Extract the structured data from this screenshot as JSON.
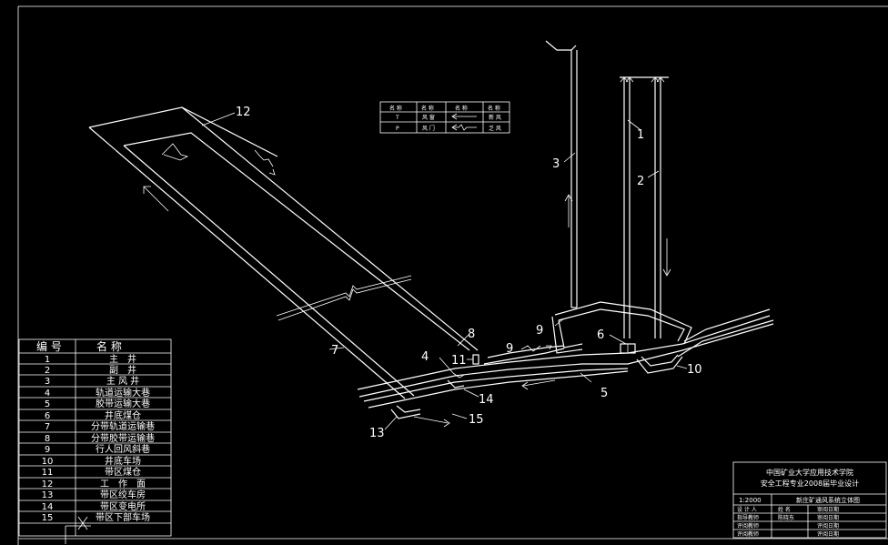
{
  "legend": {
    "headers": [
      "名 称",
      "名 称",
      "名 称",
      "名 称"
    ],
    "rows": [
      [
        "T",
        "风 窗",
        "",
        "新 风"
      ],
      [
        "P",
        "风 门",
        "",
        "乏 风"
      ]
    ]
  },
  "diagram_labels": [
    "1",
    "2",
    "3",
    "4",
    "5",
    "6",
    "7",
    "8",
    "9",
    "9",
    "10",
    "11",
    "12",
    "13",
    "14",
    "15"
  ],
  "parts_table": {
    "header_no": "编 号",
    "header_name": "名 称",
    "rows": [
      {
        "no": "1",
        "name": "主　井"
      },
      {
        "no": "2",
        "name": "副　井"
      },
      {
        "no": "3",
        "name": "主 风 井"
      },
      {
        "no": "4",
        "name": "轨道运输大巷"
      },
      {
        "no": "5",
        "name": "胶带运输大巷"
      },
      {
        "no": "6",
        "name": "井底煤仓"
      },
      {
        "no": "7",
        "name": "分带轨道运输巷"
      },
      {
        "no": "8",
        "name": "分带胶带运输巷"
      },
      {
        "no": "9",
        "name": "行人回风斜巷"
      },
      {
        "no": "10",
        "name": "井底车场"
      },
      {
        "no": "11",
        "name": "带区煤仓"
      },
      {
        "no": "12",
        "name": "工　作　面"
      },
      {
        "no": "13",
        "name": "带区绞车房"
      },
      {
        "no": "14",
        "name": "带区变电所"
      },
      {
        "no": "15",
        "name": "带区下部车场"
      }
    ]
  },
  "title_block": {
    "line1": "中国矿业大学应用技术学院",
    "line2": "安全工程专业2008届毕业设计",
    "drawing_name": "新庄矿通风系统立体图",
    "scale": "1:2000",
    "rows": [
      [
        "设 计 人",
        "姓 名",
        "审阅日期"
      ],
      [
        "指导教师",
        "陈晓东",
        "审阅日期"
      ],
      [
        "评阅教师",
        "",
        "评阅日期"
      ],
      [
        "评阅教师",
        "",
        "评阅日期"
      ]
    ]
  },
  "colors": {
    "background": "#000000",
    "lines": "#ffffff"
  }
}
